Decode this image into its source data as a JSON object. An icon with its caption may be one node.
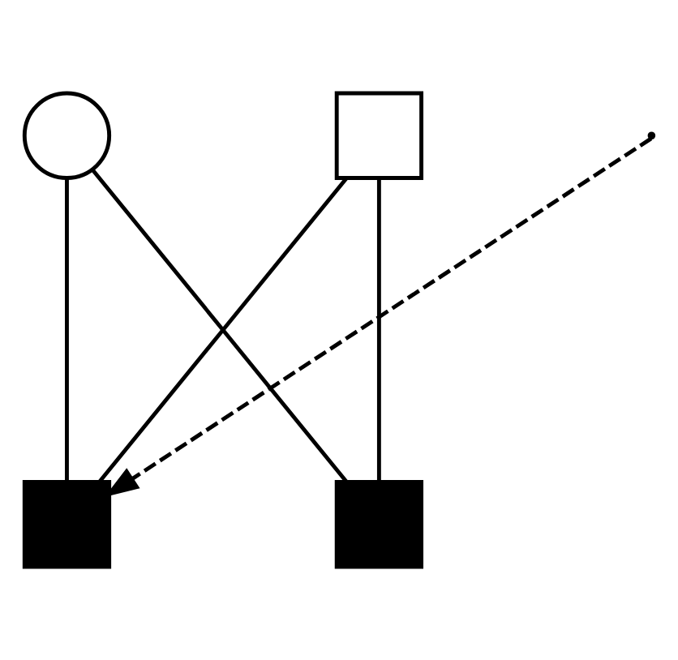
{
  "diagram": {
    "nodes": [
      {
        "text": [],
        "shape": "box"
      },
      {
        "text": [],
        "shape": "circle"
      },
      {
        "text": [],
        "shape": "box"
      },
      {
        "text": [],
        "shape": "box"
      }
    ],
    "edges": [
      {
        "from": 0,
        "to": 2,
        "arrow": "none"
      },
      {
        "from": 0,
        "to": 3,
        "arrow": "none"
      },
      {
        "from": 1,
        "to": 2,
        "arrow": "none"
      },
      {
        "from": 1,
        "to": 3,
        "arrow": "none"
      },
      {
        "from": null,
        "to": 2,
        "arrow": "to",
        "style": "dashed"
      }
    ]
  }
}
